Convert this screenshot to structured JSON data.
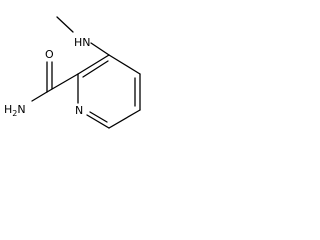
{
  "molecule": {
    "atoms": {
      "amine_n": "HN",
      "ring_n": "N",
      "carbonyl_o": "O",
      "amide_n": "H2N"
    },
    "subscript": "2"
  },
  "colors": {
    "bond": "#000000",
    "text": "#000000",
    "background": "#ffffff"
  }
}
